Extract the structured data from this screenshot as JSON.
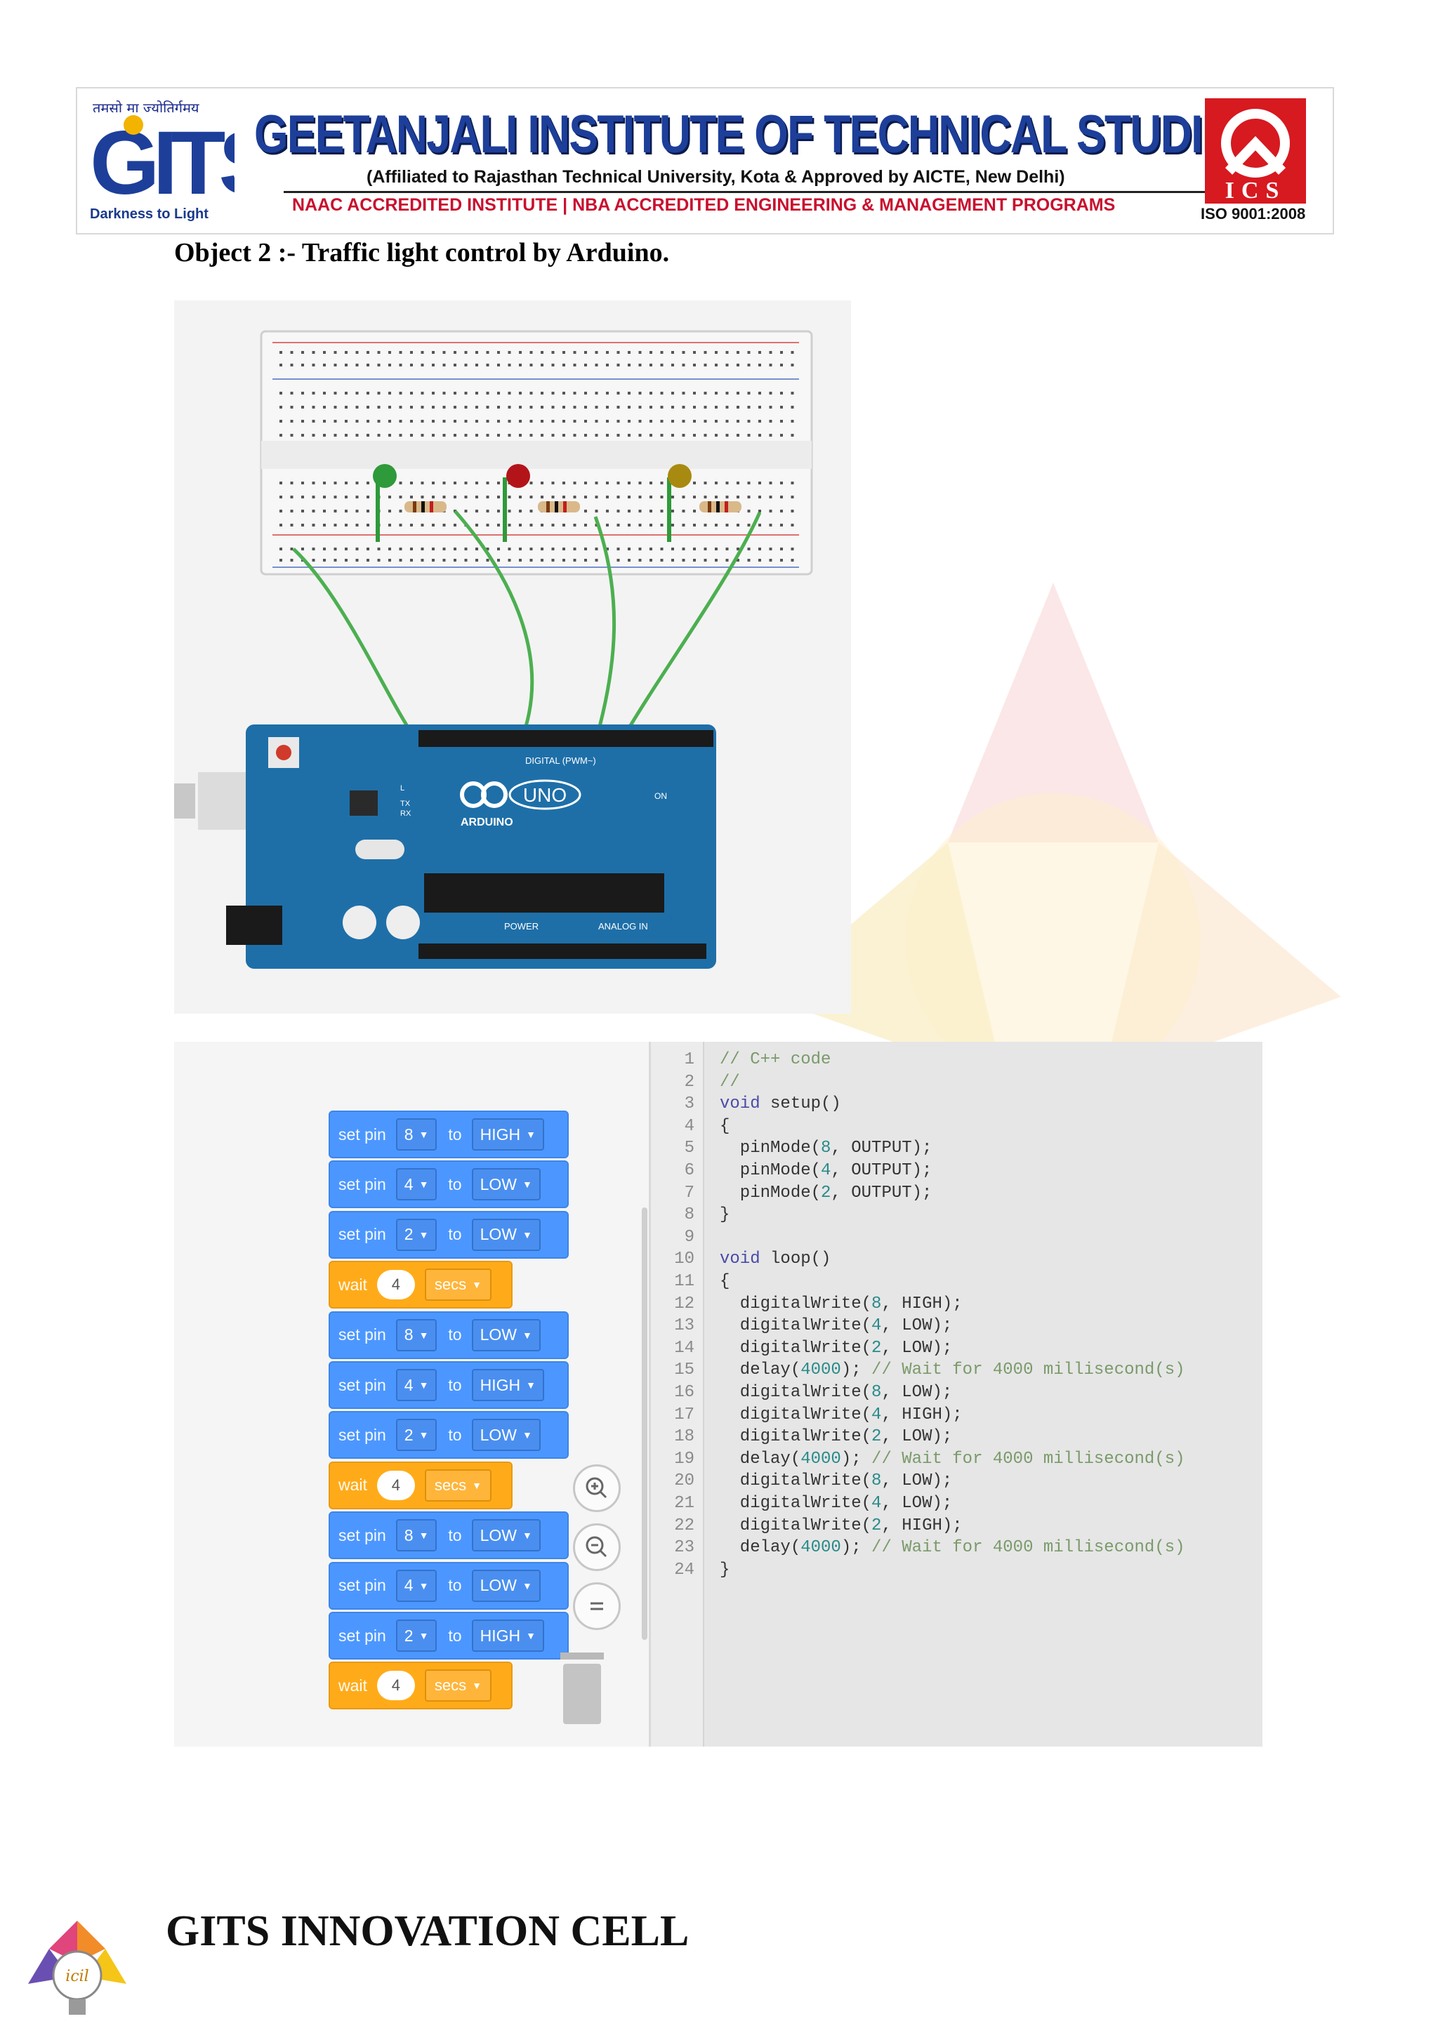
{
  "header": {
    "hindi_motto": "तमसो मा ज्योतिर्गमय",
    "logo_letters": "GITS",
    "tagline": "Darkness to Light",
    "institute_name": "GEETANJALI INSTITUTE OF TECHNICAL STUDIES",
    "affiliation": "(Affiliated to Rajasthan Technical University, Kota & Approved by AICTE, New Delhi)",
    "accreditation": "NAAC ACCREDITED INSTITUTE | NBA ACCREDITED ENGINEERING & MANAGEMENT PROGRAMS",
    "ics_label": "ICS",
    "iso": "ISO 9001:2008"
  },
  "object_title": "Object 2 :- Traffic light control by Arduino.",
  "circuit": {
    "board_brand": "ARDUINO",
    "board_model": "UNO",
    "digital_label": "DIGITAL (PWM~)",
    "analog_label": "ANALOG IN",
    "power_label": "POWER",
    "on_label": "ON",
    "tx_label": "TX",
    "rx_label": "RX",
    "l_label": "L",
    "led_colors": [
      "#2e9a3a",
      "#b3141a",
      "#a88a10"
    ],
    "wire_color": "#4caf50"
  },
  "blocks": [
    {
      "kind": "pin",
      "label": "set pin",
      "pin": "8",
      "to": "to",
      "state": "HIGH"
    },
    {
      "kind": "pin",
      "label": "set pin",
      "pin": "4",
      "to": "to",
      "state": "LOW"
    },
    {
      "kind": "pin",
      "label": "set pin",
      "pin": "2",
      "to": "to",
      "state": "LOW"
    },
    {
      "kind": "wait",
      "label": "wait",
      "value": "4",
      "unit": "secs"
    },
    {
      "kind": "pin",
      "label": "set pin",
      "pin": "8",
      "to": "to",
      "state": "LOW"
    },
    {
      "kind": "pin",
      "label": "set pin",
      "pin": "4",
      "to": "to",
      "state": "HIGH"
    },
    {
      "kind": "pin",
      "label": "set pin",
      "pin": "2",
      "to": "to",
      "state": "LOW"
    },
    {
      "kind": "wait",
      "label": "wait",
      "value": "4",
      "unit": "secs"
    },
    {
      "kind": "pin",
      "label": "set pin",
      "pin": "8",
      "to": "to",
      "state": "LOW"
    },
    {
      "kind": "pin",
      "label": "set pin",
      "pin": "4",
      "to": "to",
      "state": "LOW"
    },
    {
      "kind": "pin",
      "label": "set pin",
      "pin": "2",
      "to": "to",
      "state": "HIGH"
    },
    {
      "kind": "wait",
      "label": "wait",
      "value": "4",
      "unit": "secs"
    }
  ],
  "code_lines": [
    "// C++ code",
    "//",
    "void setup()",
    "{",
    "  pinMode(8, OUTPUT);",
    "  pinMode(4, OUTPUT);",
    "  pinMode(2, OUTPUT);",
    "}",
    "",
    "void loop()",
    "{",
    "  digitalWrite(8, HIGH);",
    "  digitalWrite(4, LOW);",
    "  digitalWrite(2, LOW);",
    "  delay(4000); // Wait for 4000 millisecond(s)",
    "  digitalWrite(8, LOW);",
    "  digitalWrite(4, HIGH);",
    "  digitalWrite(2, LOW);",
    "  delay(4000); // Wait for 4000 millisecond(s)",
    "  digitalWrite(8, LOW);",
    "  digitalWrite(4, LOW);",
    "  digitalWrite(2, HIGH);",
    "  delay(4000); // Wait for 4000 millisecond(s)",
    "}"
  ],
  "code_colors": {
    "comment": "#7a9a6a",
    "keyword": "#4a4aa8",
    "number": "#2a8a8a",
    "text": "#333333"
  },
  "footer": {
    "title": "GITS INNOVATION CELL",
    "logo_text": "icil"
  }
}
